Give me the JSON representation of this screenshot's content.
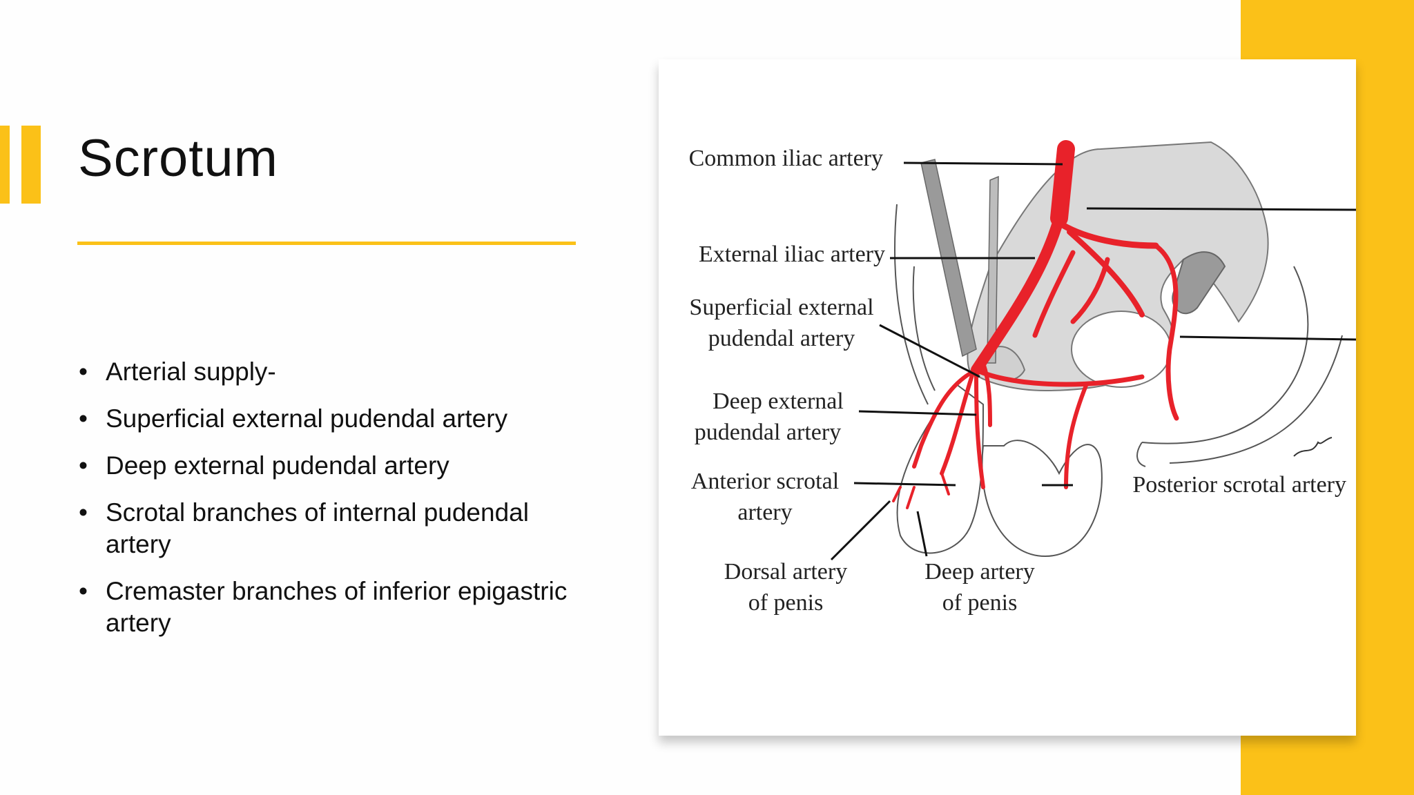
{
  "slide": {
    "title": "Scrotum",
    "bullets": [
      "Arterial supply-",
      "Superficial external pudendal artery",
      "Deep external pudendal artery",
      "Scrotal branches of internal pudendal artery",
      "Cremaster branches of inferior epigastric artery"
    ],
    "bullet_marker": "•"
  },
  "figure": {
    "labels": {
      "common_iliac": "Common iliac artery",
      "external_iliac": "External iliac artery",
      "superficial_external_1": "Superficial external",
      "superficial_external_2": "pudendal artery",
      "deep_external_1": "Deep external",
      "deep_external_2": "pudendal artery",
      "anterior_scrotal_1": "Anterior scrotal",
      "anterior_scrotal_2": "artery",
      "posterior_scrotal": "Posterior scrotal artery",
      "dorsal_1": "Dorsal artery",
      "dorsal_2": "of penis",
      "deep_penis_1": "Deep artery",
      "deep_penis_2": "of penis"
    }
  },
  "colors": {
    "accent": "#fbc118",
    "artery": "#e8222a",
    "bone": "#d9d9d9"
  }
}
